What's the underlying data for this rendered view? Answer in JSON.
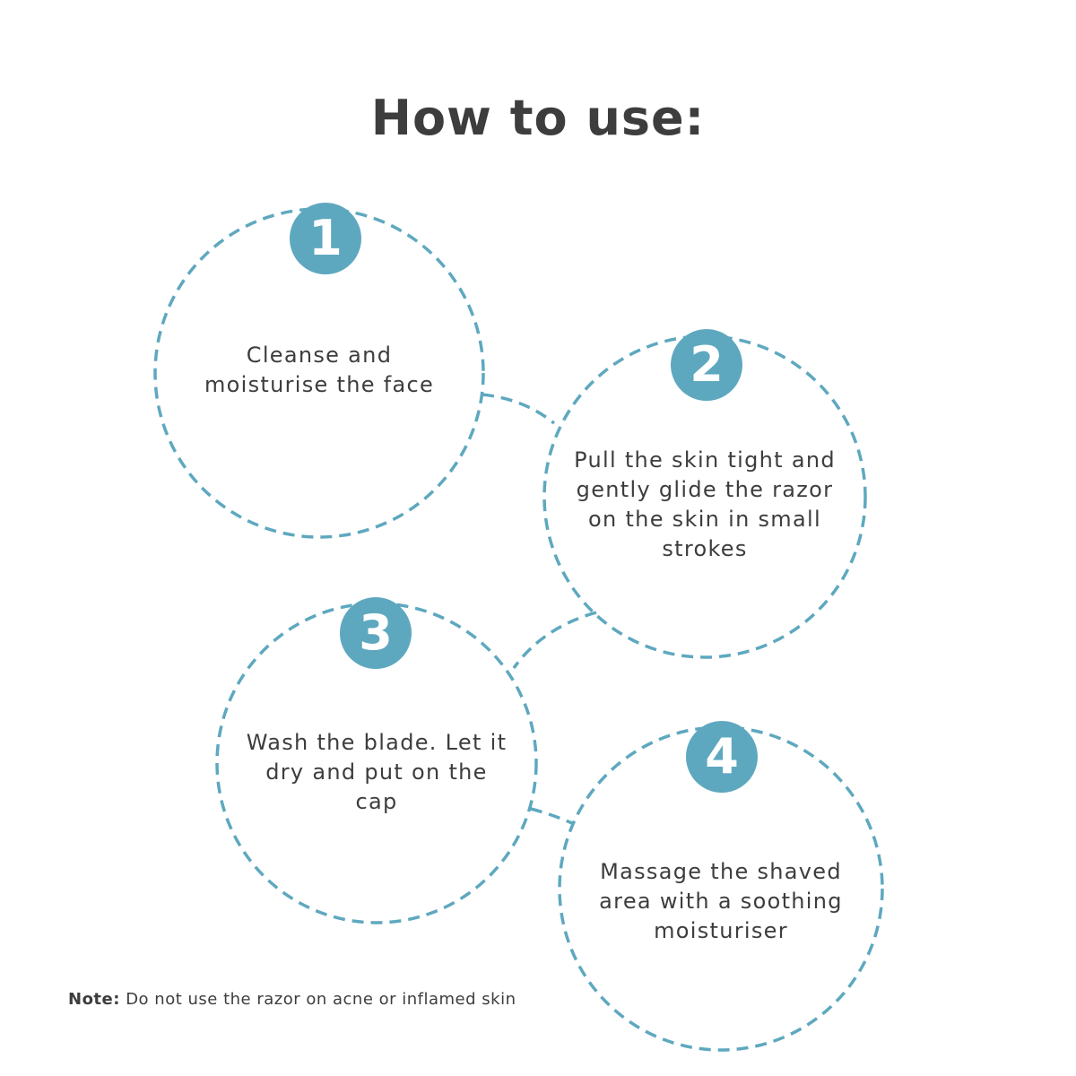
{
  "title": "How to use:",
  "accent_color": "#5ea8bf",
  "steps": [
    {
      "number": "1",
      "text": "Cleanse and\nmoisturise the face"
    },
    {
      "number": "2",
      "text": "Pull the skin tight and\ngently glide the razor\non the skin in small\nstrokes"
    },
    {
      "number": "3",
      "text": "Wash the blade. Let it\ndry and put on the\ncap"
    },
    {
      "number": "4",
      "text": "Massage the shaved\narea with a soothing\nmoisturiser"
    }
  ],
  "note": {
    "label": "Note:",
    "text": "Do not use the razor on acne or inflamed skin"
  }
}
